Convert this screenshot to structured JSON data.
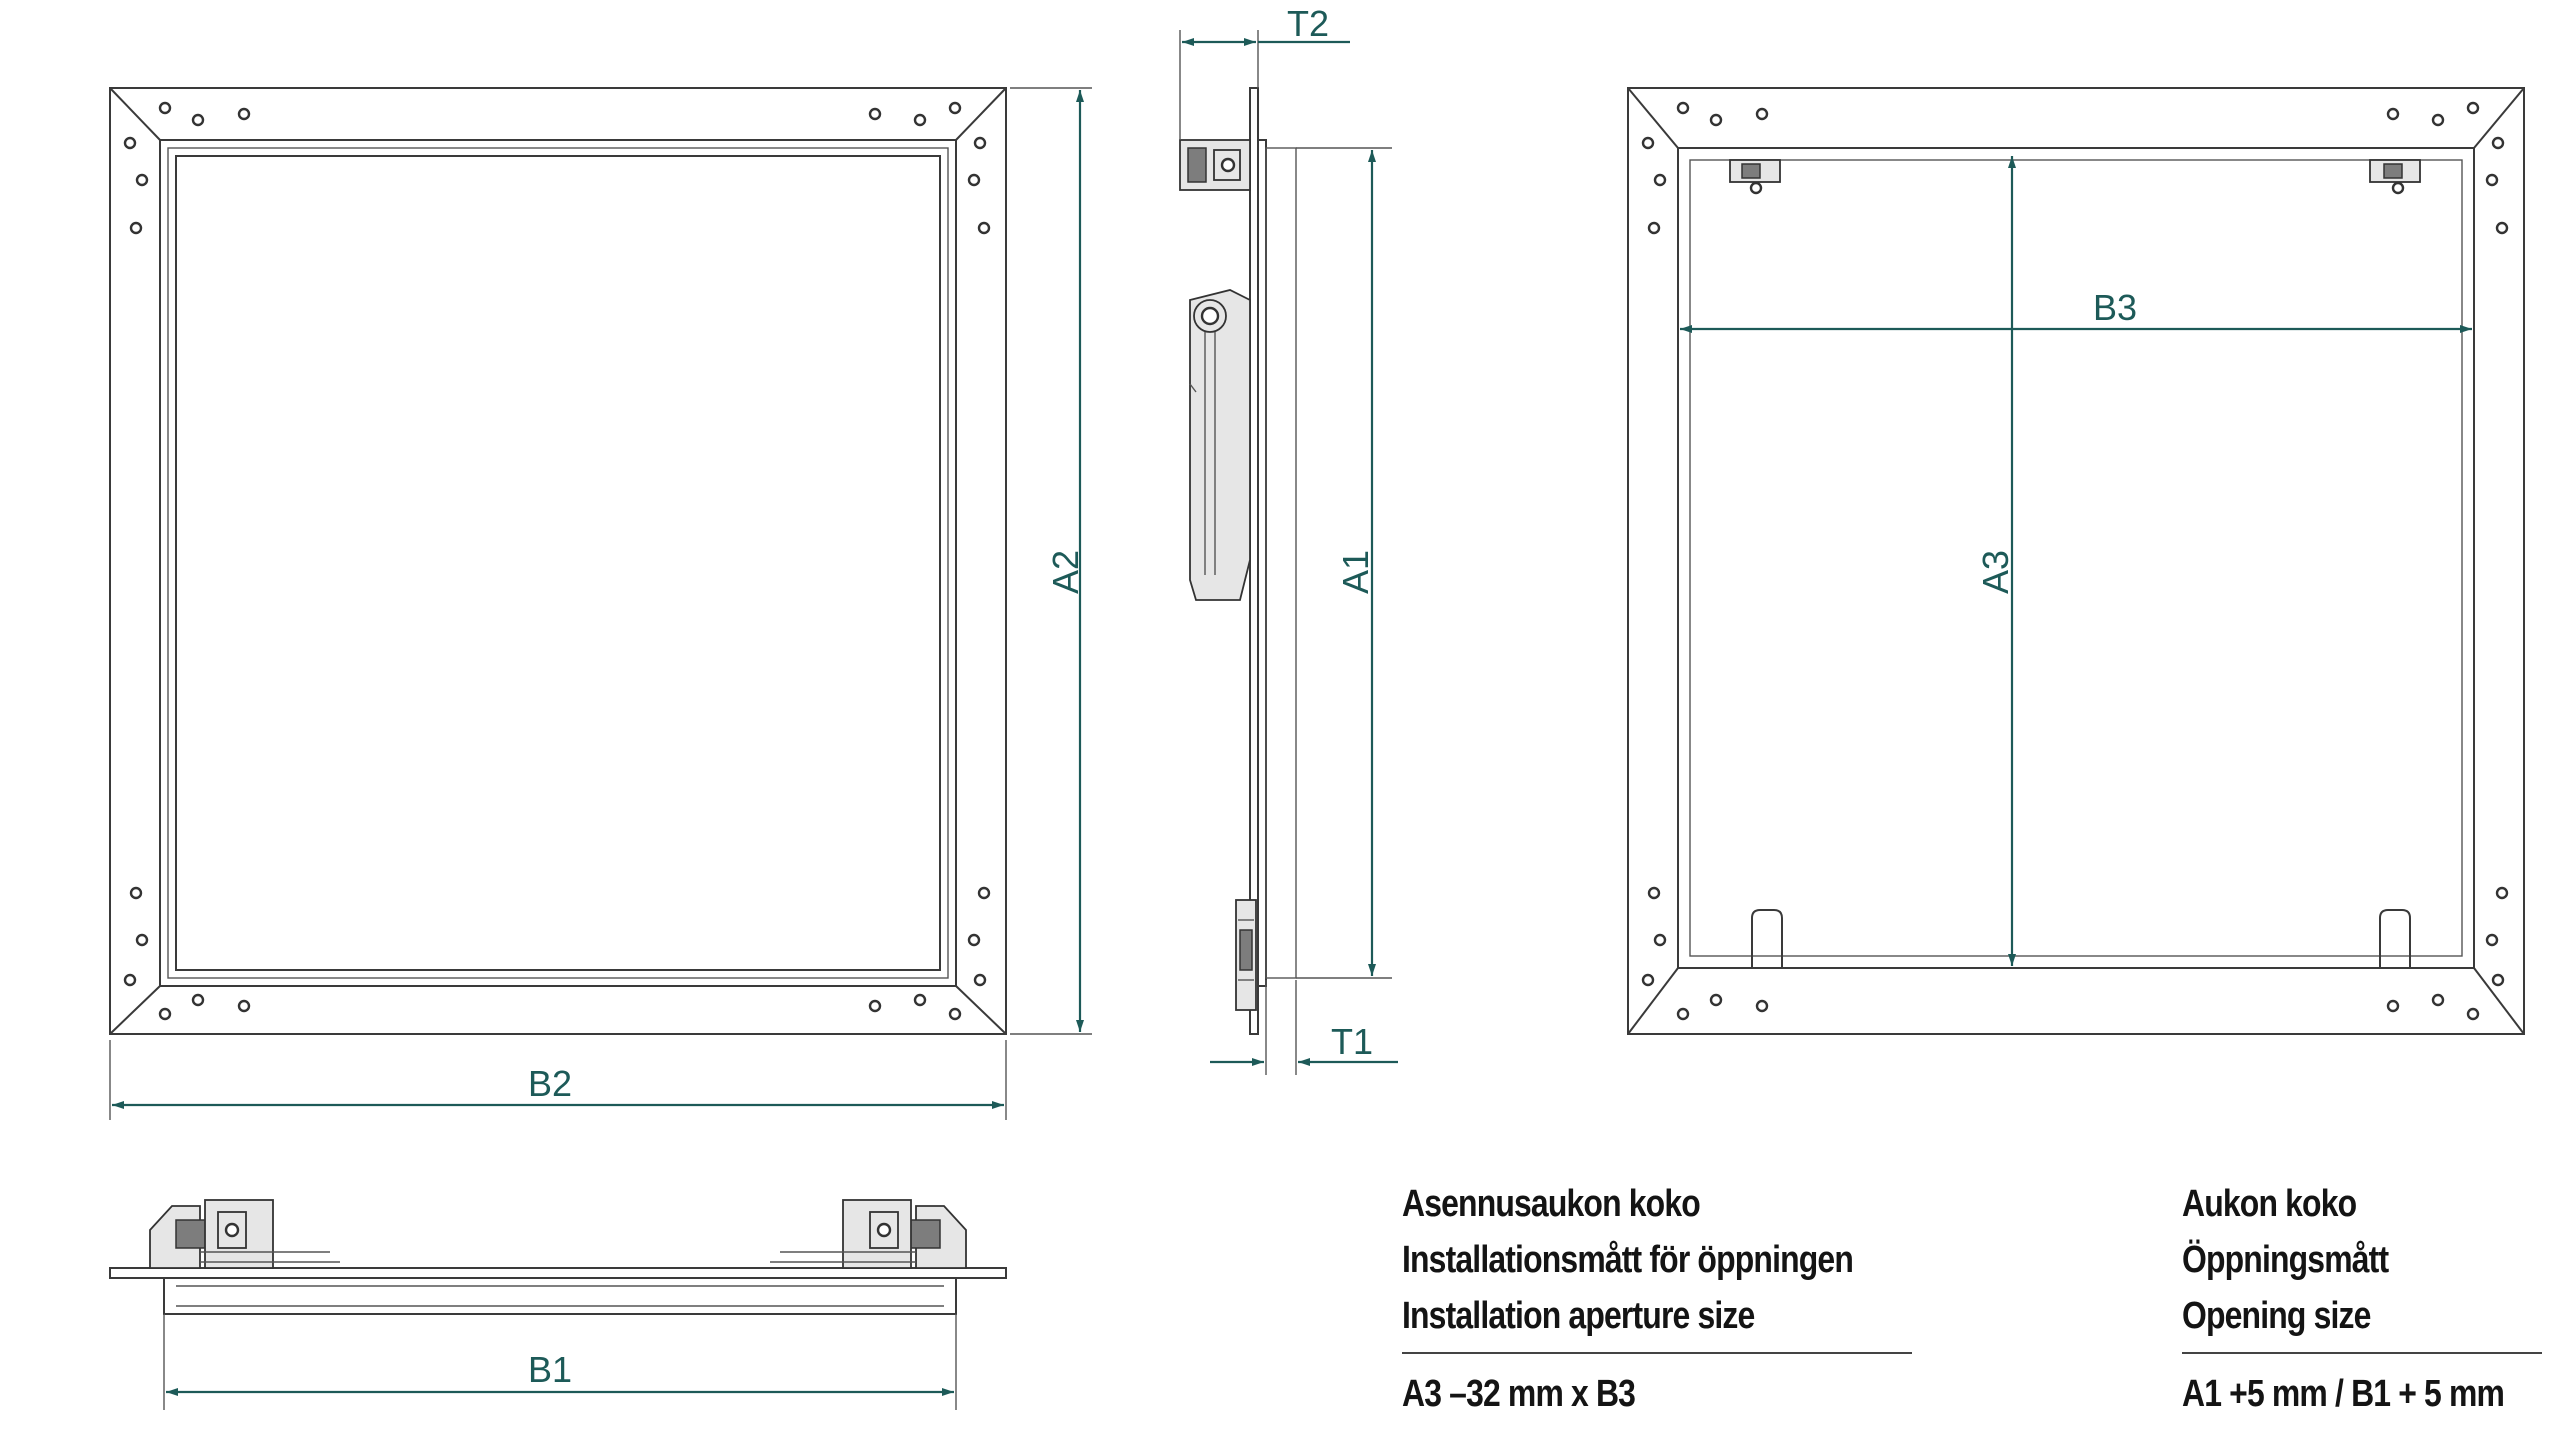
{
  "dimensions": {
    "a1": "A1",
    "a2": "A2",
    "a3": "A3",
    "b1": "B1",
    "b2": "B2",
    "b3": "B3",
    "t1": "T1",
    "t2": "T2"
  },
  "installation": {
    "line1": "Asennusaukon koko",
    "line2": "Installationsmått för öppningen",
    "line3": "Installation aperture size",
    "formula": "A3 –32 mm  x B3"
  },
  "opening": {
    "line1": "Aukon koko",
    "line2": "Öppningsmått",
    "line3": "Opening size",
    "formula": "A1 +5 mm / B1 + 5 mm"
  },
  "colors": {
    "dimension": "#1d5a58",
    "line": "#3a3a3a",
    "text": "#141414"
  }
}
